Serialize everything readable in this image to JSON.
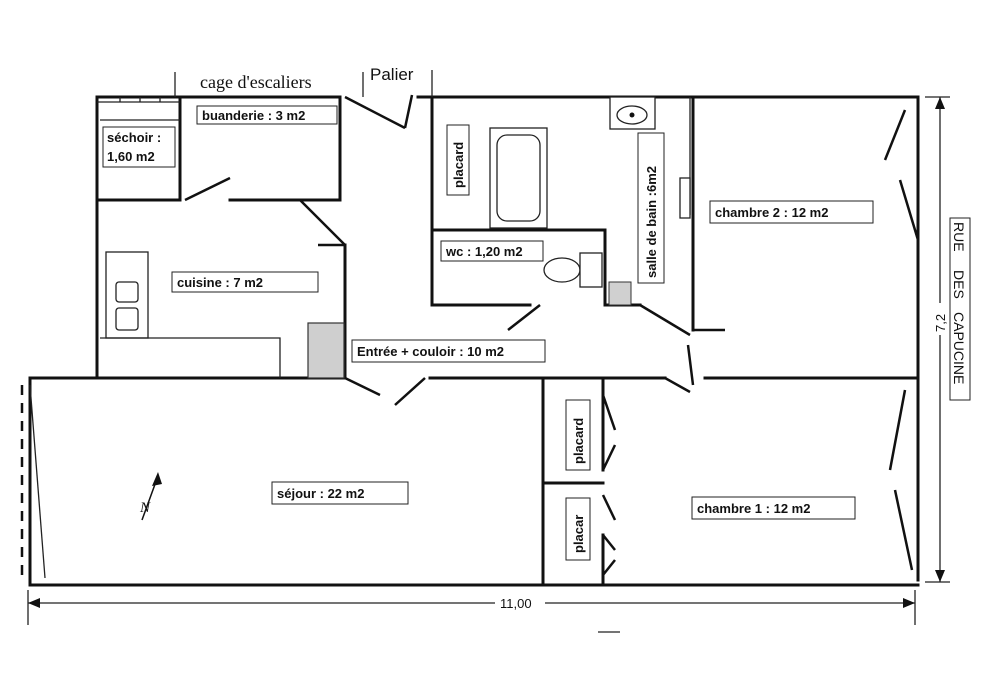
{
  "labels": {
    "staircase": "cage d'escaliers",
    "landing": "Palier",
    "laundry": "buanderie : 3 m2",
    "dryer_line1": "séchoir :",
    "dryer_line2": "1,60 m2",
    "kitchen": "cuisine : 7 m2",
    "closet_top": "placard",
    "wc": "wc : 1,20 m2",
    "bathroom": "salle de bain :6m2",
    "bedroom2": "chambre 2 : 12 m2",
    "entry": "Entrée + couloir : 10 m2",
    "living": "séjour : 22 m2",
    "closet_mid": "placard",
    "closet_low": "placar",
    "bedroom1": "chambre 1 : 12 m2",
    "north": "N"
  },
  "dimensions": {
    "width": "11,00",
    "height": "7,2"
  },
  "street": {
    "line1": "RUE",
    "line2": "DES",
    "line3": "CAPUCINE"
  }
}
